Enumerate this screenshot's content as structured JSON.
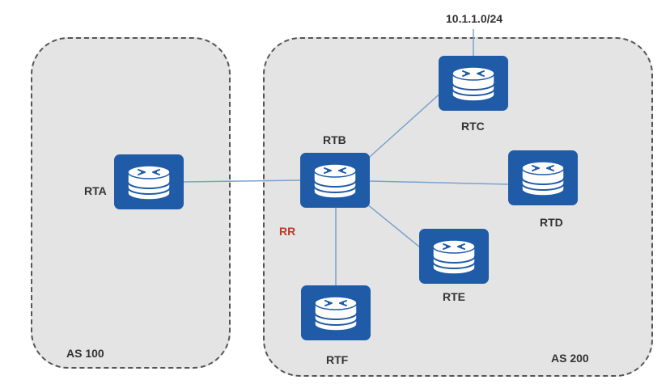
{
  "regions": [
    {
      "id": "as100",
      "label": "AS 100"
    },
    {
      "id": "as200",
      "label": "AS 200"
    }
  ],
  "routers": [
    {
      "id": "rta",
      "label": "RTA"
    },
    {
      "id": "rtb",
      "label": "RTB"
    },
    {
      "id": "rtc",
      "label": "RTC"
    },
    {
      "id": "rtd",
      "label": "RTD"
    },
    {
      "id": "rte",
      "label": "RTE"
    },
    {
      "id": "rtf",
      "label": "RTF"
    }
  ],
  "annotations": {
    "rr": "RR",
    "prefix": "10.1.1.0/24"
  },
  "links": [
    {
      "from": "RTA",
      "to": "RTB"
    },
    {
      "from": "RTB",
      "to": "RTC"
    },
    {
      "from": "RTB",
      "to": "RTD"
    },
    {
      "from": "RTB",
      "to": "RTE"
    },
    {
      "from": "RTB",
      "to": "RTF"
    }
  ],
  "colors": {
    "router_fill": "#1f5ba6",
    "link": "#7aa3cc",
    "region_fill": "#e4e4e4",
    "region_border": "#555555",
    "rr_label": "#c0392b"
  },
  "icons": {
    "router": "router-icon"
  }
}
